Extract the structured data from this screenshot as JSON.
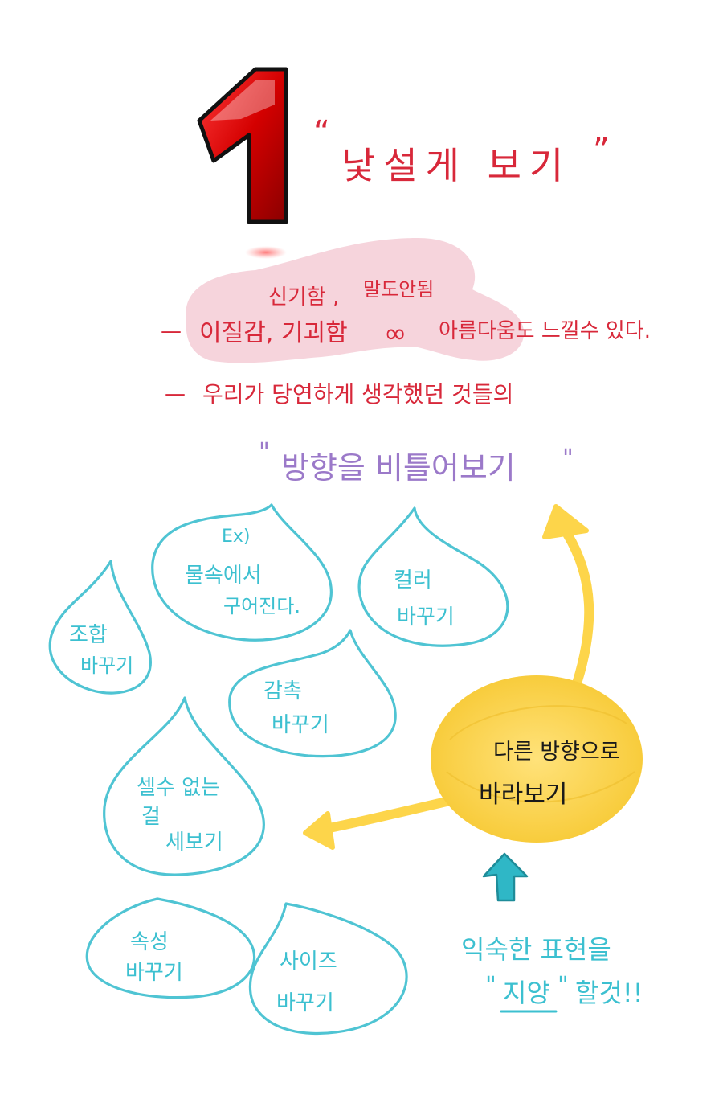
{
  "number_badge": "1",
  "title": {
    "open_quote": "“",
    "text": "낯설게 보기",
    "close_quote": "”"
  },
  "line1": {
    "dash": "—",
    "part_a": "이질감, 기괴함",
    "infinity": "∞",
    "part_b": "아름다움도 느낄수 있다.",
    "annotation_left": "신기함 ,",
    "annotation_right": "말도안됨"
  },
  "line2": {
    "dash": "—",
    "text": "우리가  당연하게  생각했던  것들의"
  },
  "highlight": {
    "open_quote": "\"",
    "text": "방향을  비틀어보기",
    "close_quote": "\""
  },
  "drops": {
    "example": {
      "line1": "Ex)",
      "line2": "물속에서",
      "line3": "구어진다."
    },
    "combination": {
      "line1": "조합",
      "line2": "바꾸기"
    },
    "color": {
      "line1": "컬러",
      "line2": "바꾸기"
    },
    "texture": {
      "line1": "감촉",
      "line2": "바꾸기"
    },
    "countless": {
      "line1": "셀수 없는",
      "line2": "걸",
      "line3": "세보기"
    },
    "attribute": {
      "line1": "속성",
      "line2": "바꾸기"
    },
    "size": {
      "line1": "사이즈",
      "line2": "바꾸기"
    }
  },
  "center": {
    "line1": "다른 방향으로",
    "line2": "바라보기"
  },
  "bottom_note": {
    "line1": "익숙한 표현을",
    "quote_open": "\"",
    "quoted": "지양",
    "quote_close": "\"",
    "rest": "할것!!"
  },
  "colors": {
    "red": "#d8283a",
    "purple": "#9b79c9",
    "teal": "#3cc0d0",
    "yellow": "#fdd54a",
    "pink": "#f4c8d2"
  }
}
